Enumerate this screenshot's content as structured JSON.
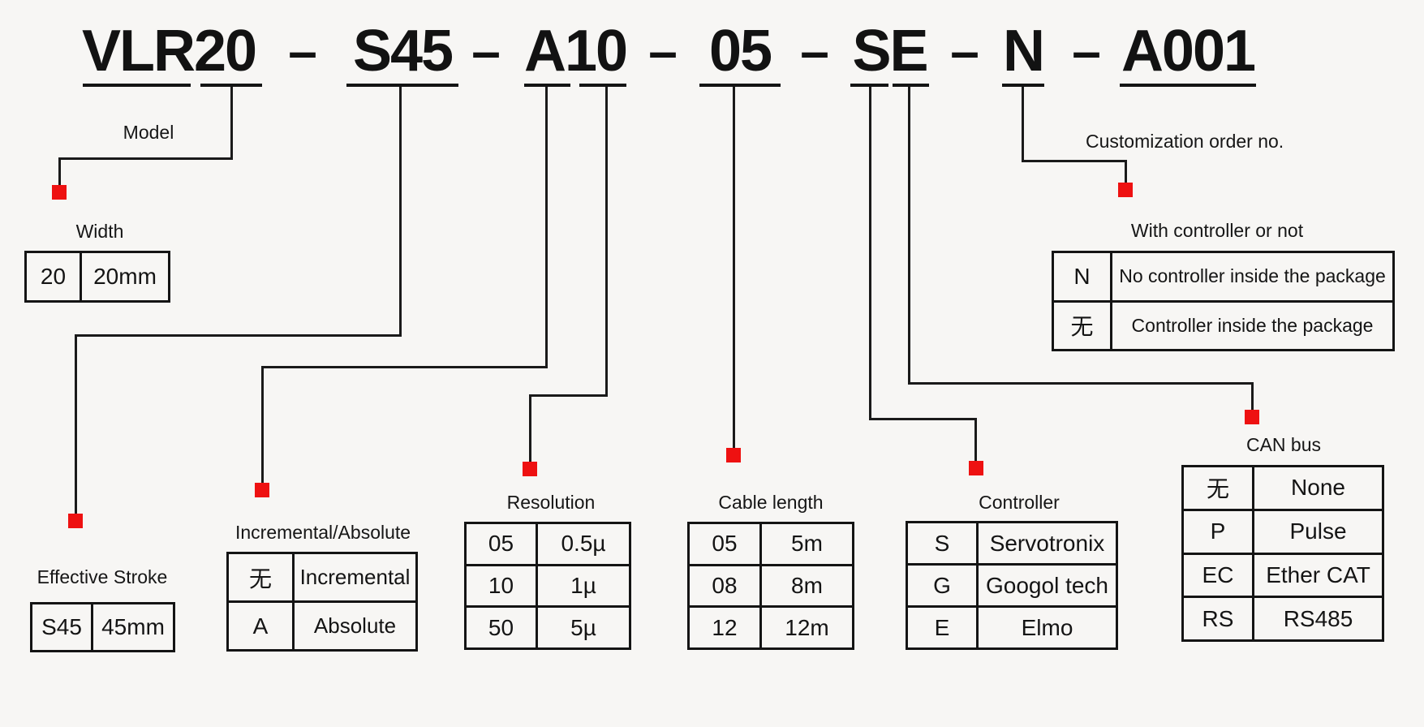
{
  "title": {
    "full_code": "VLR20 – S45 – A10 – 05 – SE – N – A001",
    "separator": "–",
    "segments": [
      {
        "text": "VLR20"
      },
      {
        "text": "S45"
      },
      {
        "text": "A10"
      },
      {
        "text": "05"
      },
      {
        "text": "SE"
      },
      {
        "text": "N"
      },
      {
        "text": "A001"
      }
    ]
  },
  "labels": {
    "model": "Model",
    "width": "Width",
    "effective_stroke": "Effective Stroke",
    "incremental_absolute": "Incremental/Absolute",
    "resolution": "Resolution",
    "cable_length": "Cable length",
    "controller": "Controller",
    "with_controller": "With controller or not",
    "customization": "Customization order no.",
    "can_bus": "CAN bus"
  },
  "tables": {
    "width": {
      "rows": [
        {
          "code": "20",
          "value": "20mm"
        }
      ]
    },
    "effective_stroke": {
      "rows": [
        {
          "code": "S45",
          "value": "45mm"
        }
      ]
    },
    "incremental_absolute": {
      "rows": [
        {
          "code": "无",
          "value": "Incremental"
        },
        {
          "code": "A",
          "value": "Absolute"
        }
      ]
    },
    "resolution": {
      "rows": [
        {
          "code": "05",
          "value": "0.5µ"
        },
        {
          "code": "10",
          "value": "1µ"
        },
        {
          "code": "50",
          "value": "5µ"
        }
      ]
    },
    "cable_length": {
      "rows": [
        {
          "code": "05",
          "value": "5m"
        },
        {
          "code": "08",
          "value": "8m"
        },
        {
          "code": "12",
          "value": "12m"
        }
      ]
    },
    "controller": {
      "rows": [
        {
          "code": "S",
          "value": "Servotronix"
        },
        {
          "code": "G",
          "value": "Googol tech"
        },
        {
          "code": "E",
          "value": "Elmo"
        }
      ]
    },
    "with_controller": {
      "rows": [
        {
          "code": "N",
          "value": "No controller inside the package"
        },
        {
          "code": "无",
          "value": "Controller inside the package"
        }
      ]
    },
    "can_bus": {
      "rows": [
        {
          "code": "无",
          "value": "None"
        },
        {
          "code": "P",
          "value": "Pulse"
        },
        {
          "code": "EC",
          "value": "Ether CAT"
        },
        {
          "code": "RS",
          "value": "RS485"
        }
      ]
    }
  },
  "colors": {
    "marker_red": "#ee1111",
    "line": "#1a1a1a",
    "background": "#f7f6f4"
  }
}
